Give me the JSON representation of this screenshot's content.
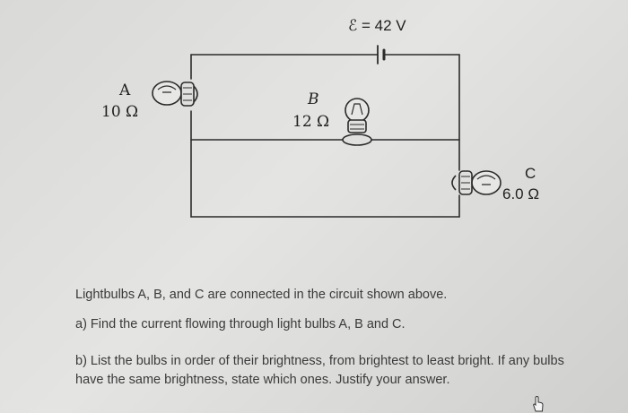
{
  "circuit": {
    "emf_label": "ℰ = 42 V",
    "bulbs": [
      {
        "name": "A",
        "resistance": "10 Ω"
      },
      {
        "name": "B",
        "resistance": "12 Ω"
      },
      {
        "name": "C",
        "resistance": "6.0 Ω"
      }
    ]
  },
  "question": {
    "intro": "Lightbulbs A, B, and C are connected in the circuit shown above.",
    "part_a": "a) Find the current flowing through light bulbs A, B and C.",
    "part_b": "b) List the bulbs in order of their brightness, from brightest to least bright. If any bulbs have the same brightness, state which ones. Justify your answer."
  },
  "icons": {
    "cursor": "hand-pointer-icon"
  }
}
